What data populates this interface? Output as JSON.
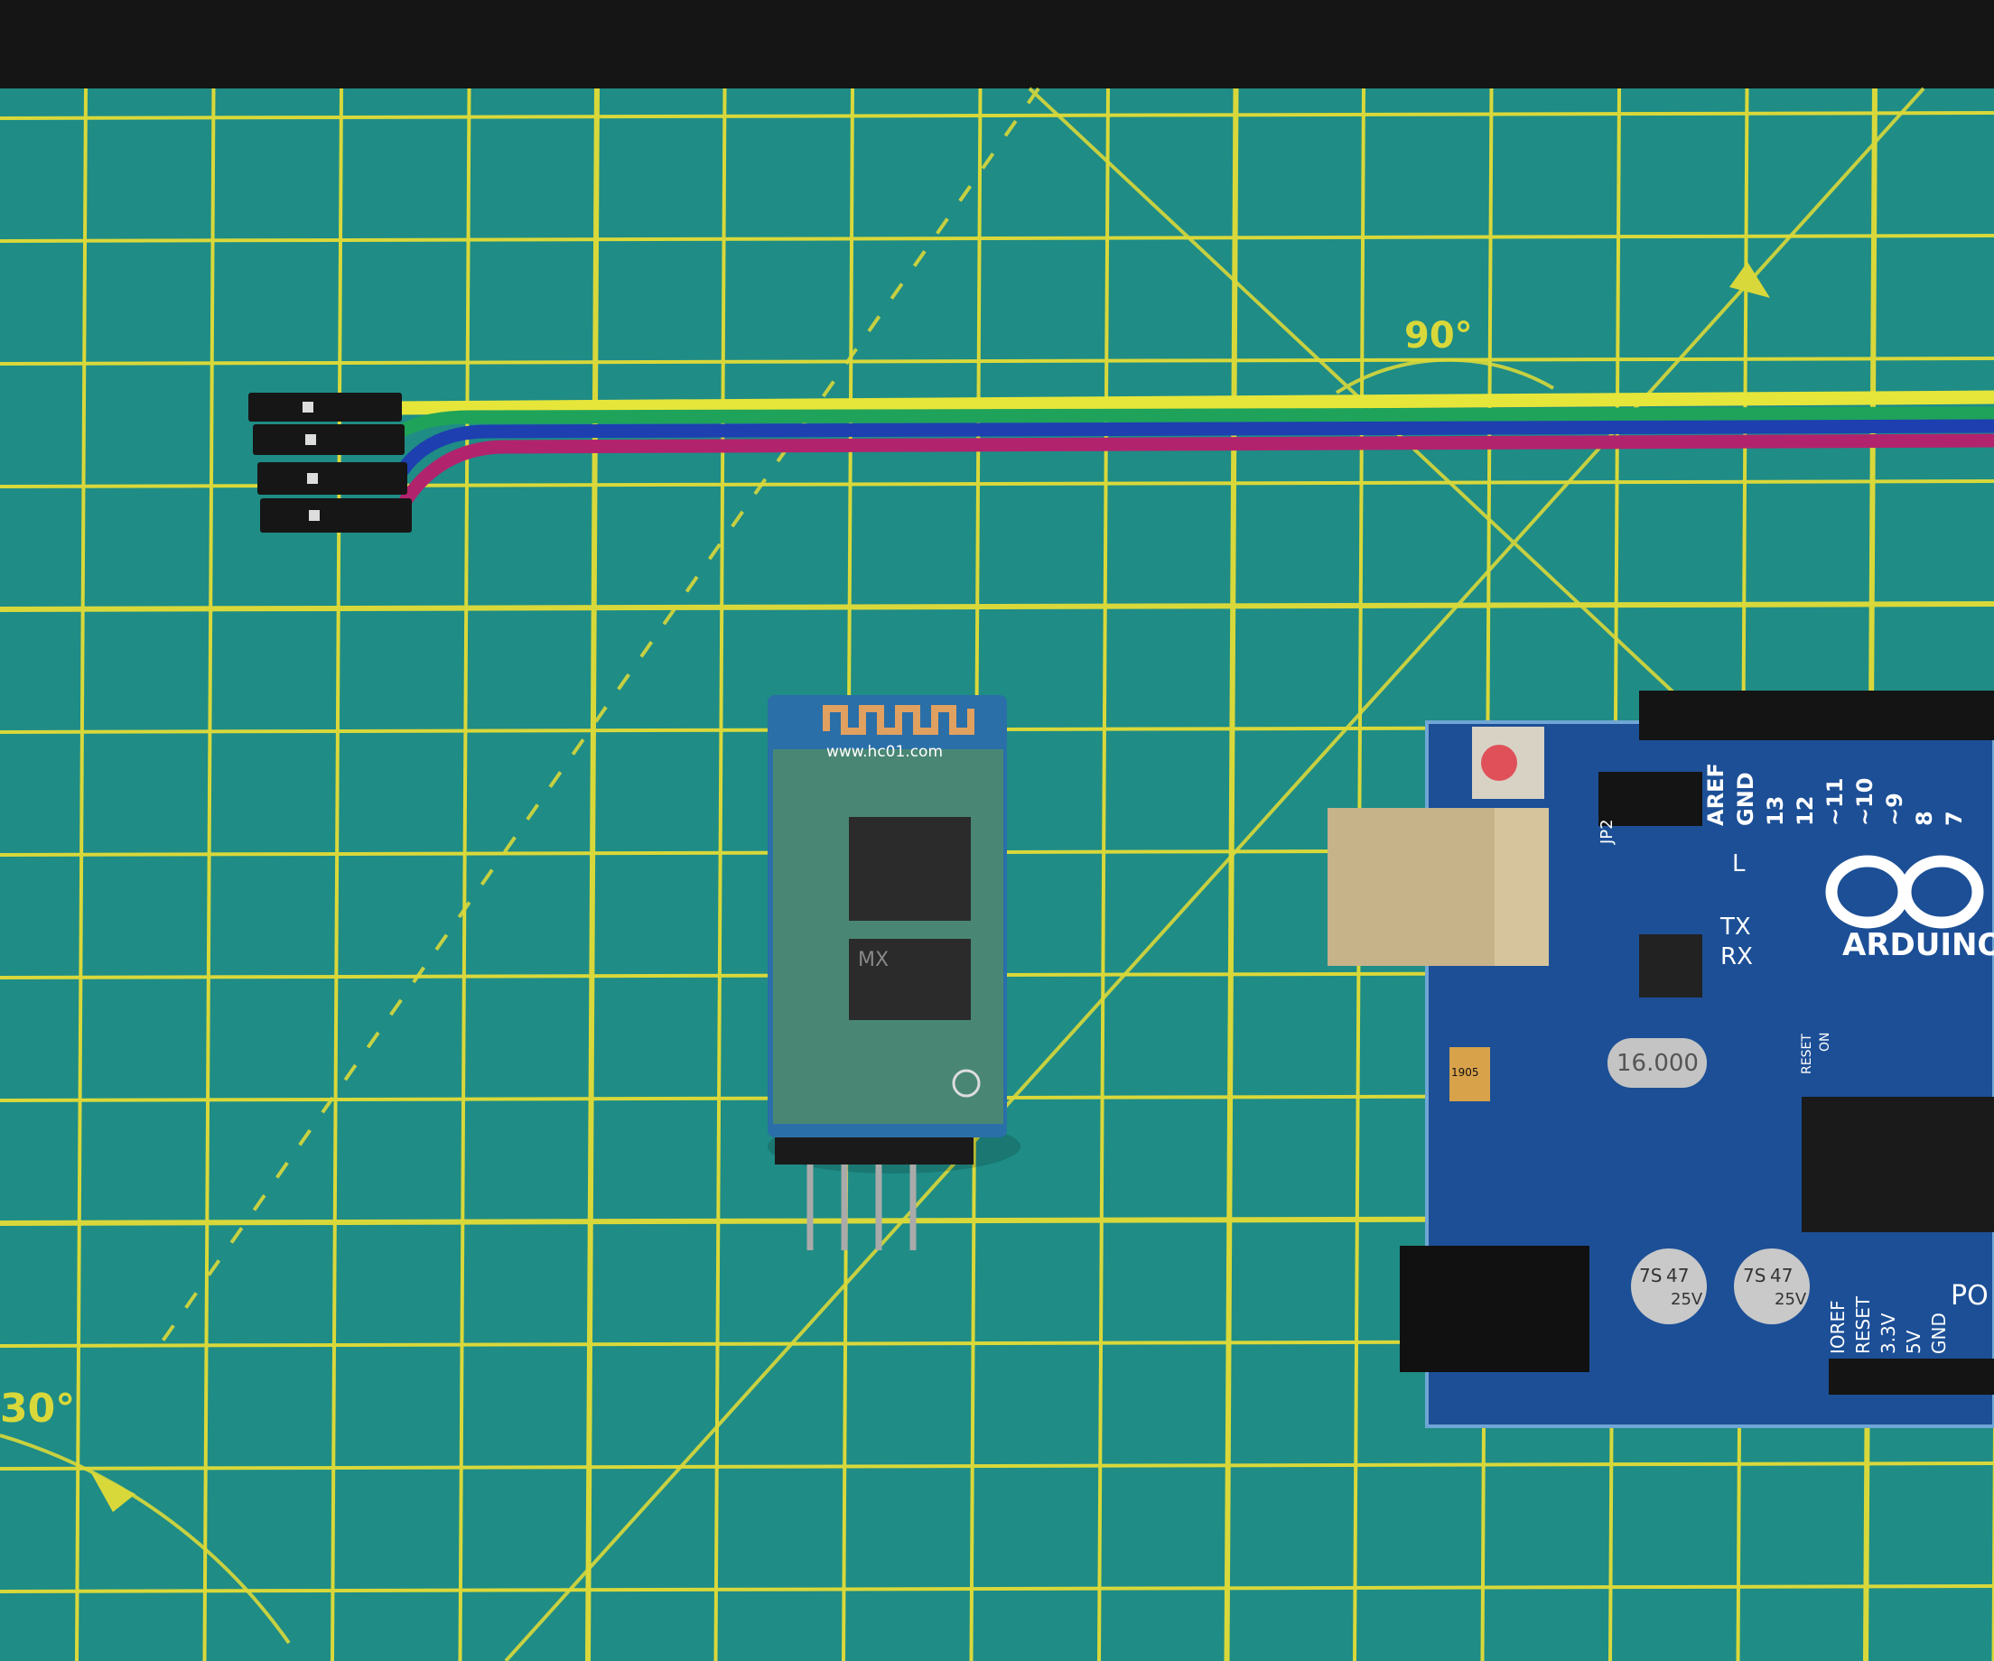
{
  "mat": {
    "angle_labels": [
      "90°",
      "30°"
    ],
    "colors": {
      "mat": "#1f8c86",
      "grid": "#d9d83a",
      "background": "#151515"
    }
  },
  "wires": {
    "colors": [
      "#e6e63a",
      "#1fa35a",
      "#1d3fb0",
      "#b2236e"
    ]
  },
  "bluetooth_module": {
    "url_text": "www.hc01.com",
    "chip_label": "MX"
  },
  "arduino": {
    "logo_text": "ARDUINO",
    "header_labels": [
      "AREF",
      "GND",
      "13",
      "12",
      "~11",
      "~10",
      "~9",
      "8",
      "7"
    ],
    "led_labels": [
      "L",
      "TX",
      "RX"
    ],
    "jumper_label": "JP2",
    "crystal_label": "16.000",
    "reset_label": "RESET",
    "on_label": "ON",
    "regulator_label": "1905",
    "capacitor_label": [
      "7S",
      "47",
      "25V"
    ],
    "power_labels": [
      "IOREF",
      "RESET",
      "3.3V",
      "5V",
      "GND"
    ],
    "power_header_partial": "PO",
    "board_color": "#1c4f96"
  }
}
